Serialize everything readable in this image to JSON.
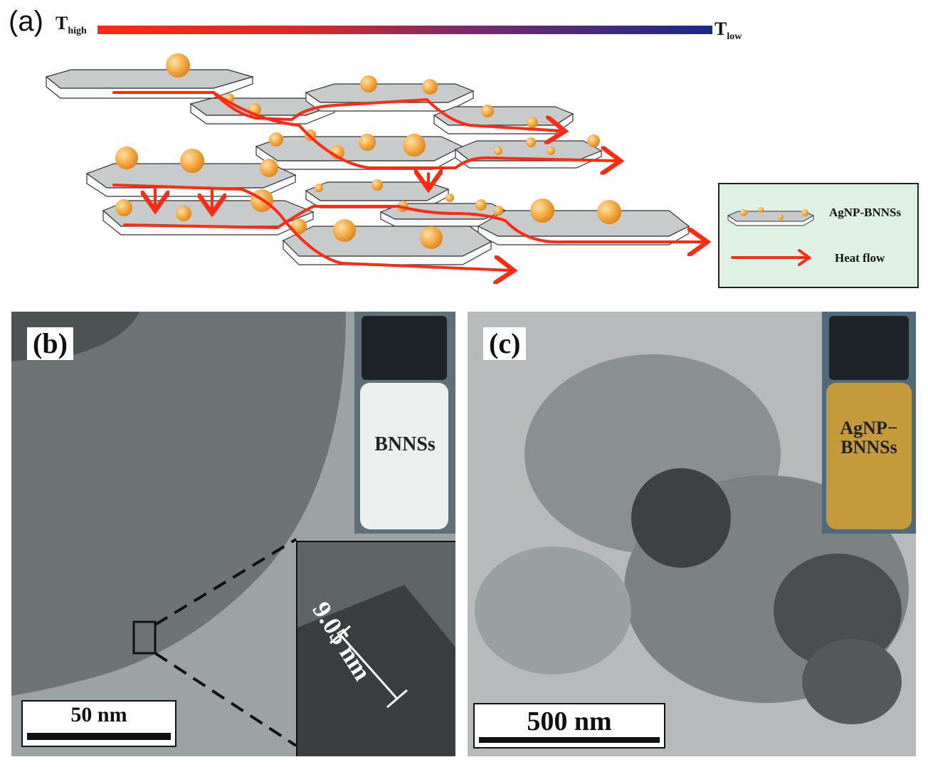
{
  "panel_a": {
    "label": "(a)",
    "t_high": {
      "main": "T",
      "sub": "high"
    },
    "t_low": {
      "main": "T",
      "sub": "low"
    },
    "legend": {
      "item1_label": "AgNP-BNNSs",
      "item2_label": "Heat flow"
    },
    "colors": {
      "hot": "#ff2a12",
      "cold": "#1a2a8a",
      "sheet": "#c8cbcc",
      "particle": "#f5a623",
      "arrow": "#ff2a12",
      "legend_bg": "#dff1e3"
    }
  },
  "panel_b": {
    "label": "(b)",
    "scale_bar": "50 nm",
    "vial_label": "BNNSs",
    "lattice_spacing": "9.05 nm"
  },
  "panel_c": {
    "label": "(c)",
    "scale_bar": "500 nm",
    "vial_label_line1": "AgNP−",
    "vial_label_line2": "BNNSs"
  }
}
